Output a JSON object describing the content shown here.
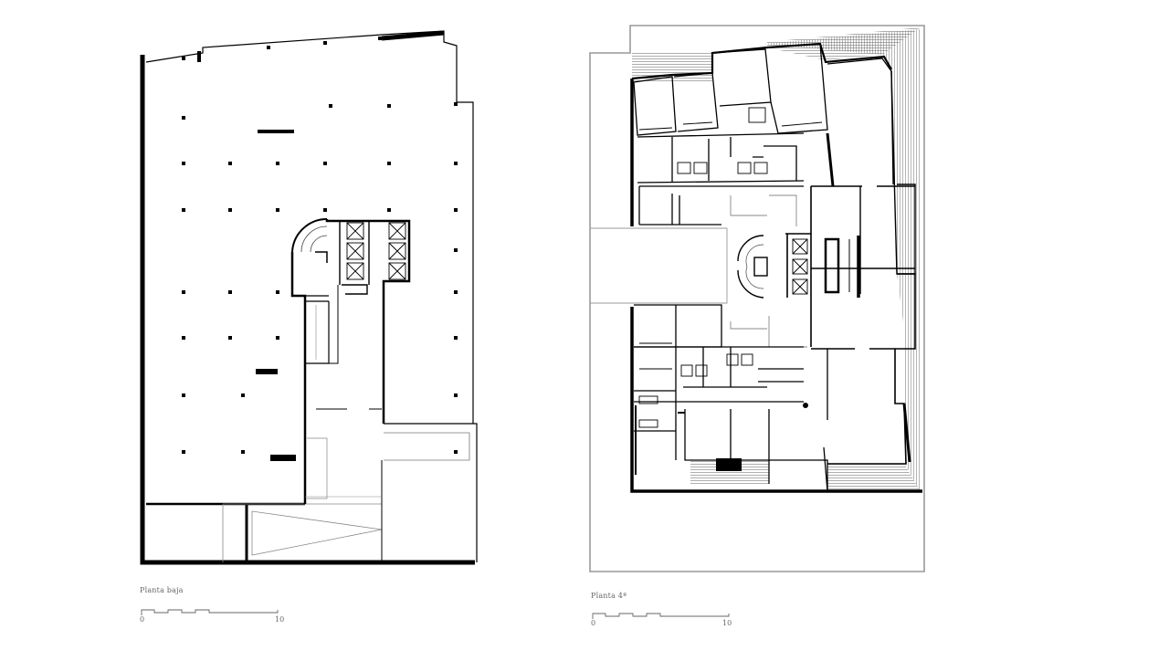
{
  "plans": [
    {
      "caption": "Planta baja",
      "scale_start": "0",
      "scale_end": "10"
    },
    {
      "caption": "Planta 4ª",
      "scale_start": "0",
      "scale_end": "10"
    }
  ],
  "colors": {
    "wall": "#000000",
    "line": "#111111",
    "light_line": "#9a9a9a",
    "hatch": "#777777"
  }
}
